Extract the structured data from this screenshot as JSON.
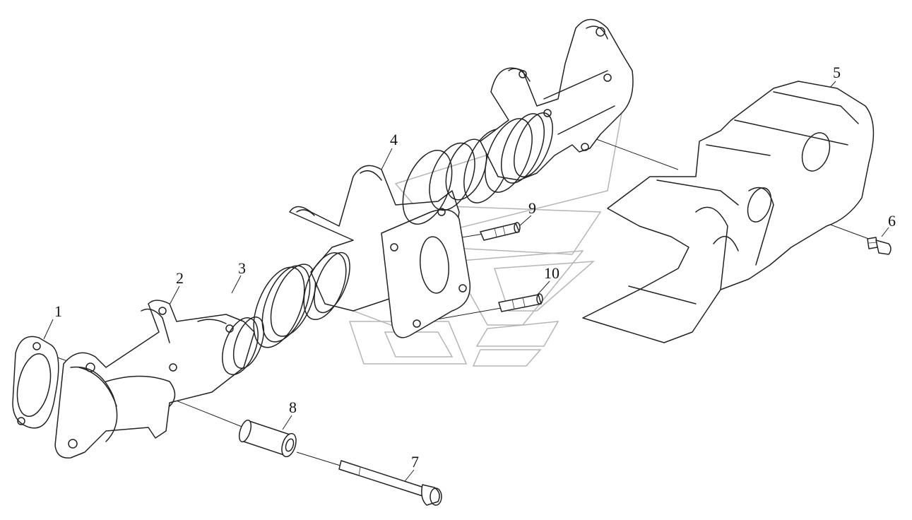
{
  "callouts": [
    {
      "id": "1",
      "text": "1"
    },
    {
      "id": "2",
      "text": "2"
    },
    {
      "id": "3",
      "text": "3"
    },
    {
      "id": "4",
      "text": "4"
    },
    {
      "id": "5",
      "text": "5"
    },
    {
      "id": "6",
      "text": "6"
    },
    {
      "id": "7",
      "text": "7"
    },
    {
      "id": "8",
      "text": "8"
    },
    {
      "id": "9",
      "text": "9"
    },
    {
      "id": "10",
      "text": "10"
    }
  ],
  "colors": {
    "line": "#222222",
    "watermark": "#b5b5b5",
    "background": "#ffffff"
  }
}
